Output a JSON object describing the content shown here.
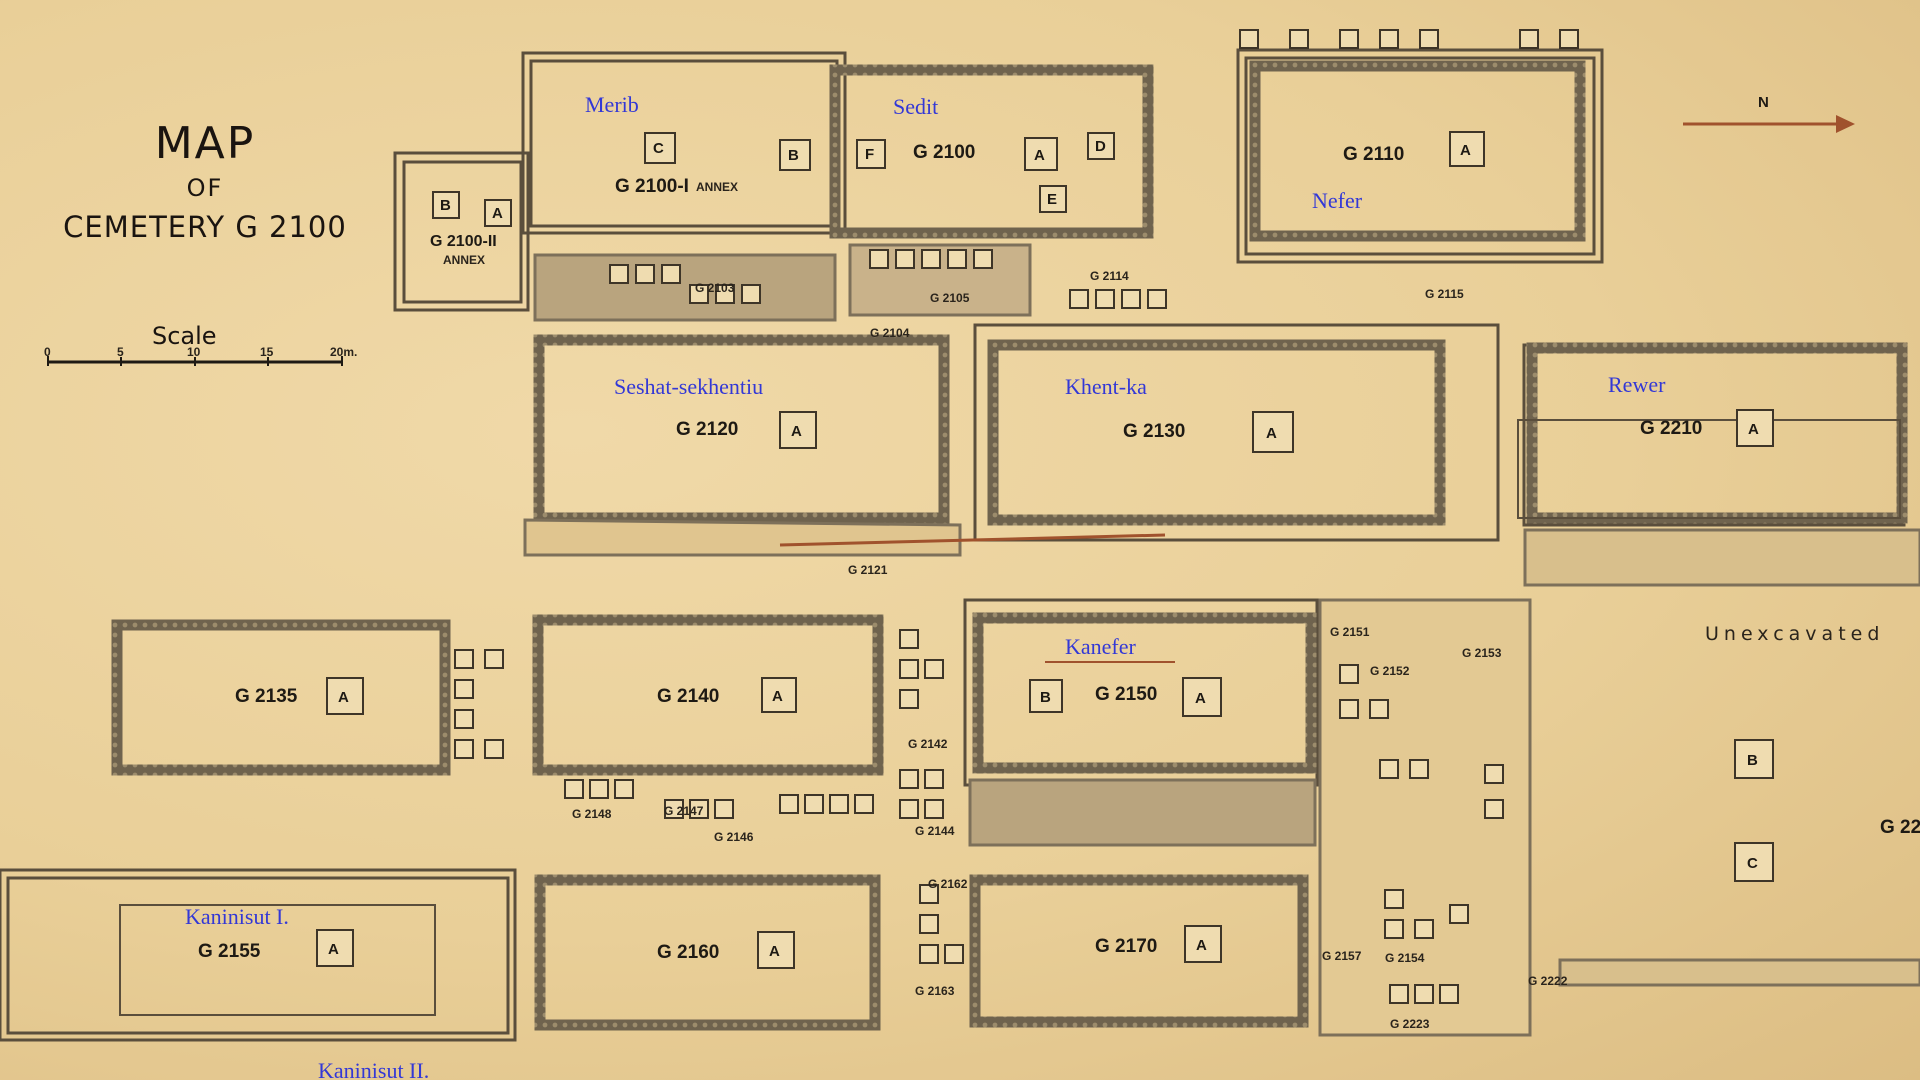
{
  "map": {
    "title_line1": "MAP",
    "title_line2": "OF",
    "title_line3": "CEMETERY G 2100",
    "scale_label": "Scale",
    "scale_ticks": [
      "0",
      "5",
      "10",
      "15",
      "20m."
    ],
    "north_label": "N",
    "unexcavated_label": "Unexcavated",
    "colors": {
      "background": "#ecd3a0",
      "wall": "#5a4e3c",
      "owner_name": "#3338d6"
    }
  },
  "tombs": [
    {
      "id": "G 2100-I",
      "suffix": "ANNEX",
      "owner": "Merib",
      "shafts": [
        "C",
        "B"
      ]
    },
    {
      "id": "G 2100-II",
      "suffix": "ANNEX",
      "owner": "",
      "shafts": [
        "B",
        "A"
      ]
    },
    {
      "id": "G 2100",
      "owner": "Sedit",
      "shafts": [
        "F",
        "A",
        "D",
        "E"
      ]
    },
    {
      "id": "G 2110",
      "owner": "Nefer",
      "shafts": [
        "A"
      ]
    },
    {
      "id": "G 2120",
      "owner": "Seshat-sekhentiu",
      "shafts": [
        "A"
      ]
    },
    {
      "id": "G 2130",
      "owner": "Khent-ka",
      "shafts": [
        "A"
      ]
    },
    {
      "id": "G 2210",
      "owner": "Rewer",
      "shafts": [
        "A"
      ]
    },
    {
      "id": "G 2135",
      "owner": "",
      "shafts": [
        "A"
      ]
    },
    {
      "id": "G 2140",
      "owner": "",
      "shafts": [
        "A"
      ]
    },
    {
      "id": "G 2150",
      "owner": "Kanefer",
      "shafts": [
        "B",
        "A"
      ]
    },
    {
      "id": "G 2155",
      "owner": "Kaninisut I.",
      "shafts": [
        "A"
      ]
    },
    {
      "id": "G 2160",
      "owner": "",
      "shafts": [
        "A"
      ]
    },
    {
      "id": "G 2170",
      "owner": "",
      "shafts": [
        "A"
      ]
    }
  ],
  "extra_labels": {
    "kaninisut_ii": "Kaninisut II.",
    "g22_partial": "G 22",
    "right_shafts": [
      "B",
      "C"
    ]
  },
  "small_tombs": [
    "G 2103",
    "G 2104",
    "G 2105",
    "G 2114",
    "G 2115",
    "G 2121",
    "G 2148",
    "G 2147",
    "G 2146",
    "G 2151",
    "G 2152",
    "G 2153",
    "G 2157",
    "G 2154",
    "G 2163",
    "G 2223",
    "G 2222",
    "G 2144",
    "G 2142",
    "G 2162"
  ]
}
